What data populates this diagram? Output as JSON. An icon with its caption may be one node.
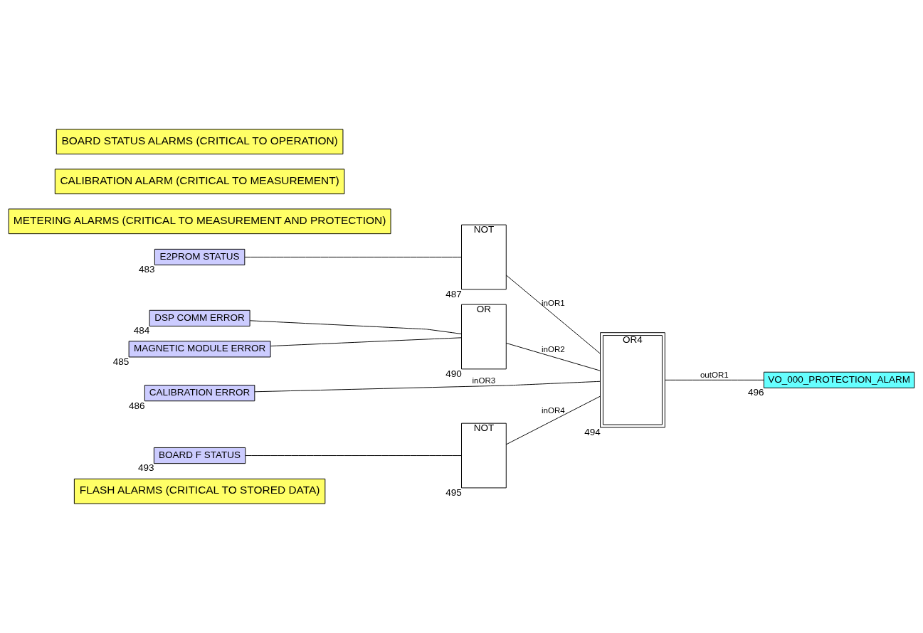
{
  "diagram": {
    "nodes": [
      {
        "text": [
          "FLASH ALARMS (CRITICAL TO STORED DATA)"
        ]
      },
      {
        "text": [
          "E2PROM STATUS"
        ],
        "beside": [
          "483"
        ]
      },
      {
        "text": [
          "NOT"
        ],
        "beside": [
          "487"
        ]
      },
      {
        "text": [
          "METERING ALARMS (CRITICAL TO MEASUREMENT AND PROTECTION)"
        ]
      },
      {
        "text": [
          "DSP COMM ERROR"
        ],
        "beside": [
          "484"
        ]
      },
      {
        "text": [
          "MAGNETIC MODULE ERROR"
        ],
        "beside": [
          "485"
        ]
      },
      {
        "text": [
          "OR"
        ],
        "beside": [
          "490"
        ]
      },
      {
        "text": [
          "OR4"
        ],
        "beside": [
          "494"
        ]
      },
      {
        "text": [
          "VO_000_PROTECTION_ALARM"
        ],
        "beside": [
          "496"
        ]
      },
      {
        "text": [
          "CALIBRATION ALARM (CRITICAL TO MEASUREMENT)"
        ]
      },
      {
        "text": [
          "CALIBRATION ERROR"
        ],
        "beside": [
          "486"
        ]
      },
      {
        "text": [
          "BOARD STATUS ALARMS (CRITICAL TO OPERATION)"
        ]
      },
      {
        "text": [
          "BOARD F STATUS"
        ],
        "beside": [
          "493"
        ]
      },
      {
        "text": [
          "NOT"
        ],
        "beside": [
          "495"
        ]
      }
    ],
    "edges": [
      {
        "from": 1,
        "to": 2,
        "arrow": "none"
      },
      {
        "from": 2,
        "to": 7,
        "arrow": "none",
        "label": "inOR1"
      },
      {
        "from": 4,
        "to": 6,
        "arrow": "none"
      },
      {
        "from": 5,
        "to": 6,
        "arrow": "none"
      },
      {
        "from": 6,
        "to": 7,
        "arrow": "none",
        "label": "inOR2"
      },
      {
        "from": 10,
        "to": 7,
        "arrow": "none",
        "label": "inOR3"
      },
      {
        "from": 13,
        "to": 7,
        "arrow": "none",
        "label": "inOR4"
      },
      {
        "from": 7,
        "to": 8,
        "arrow": "none",
        "label": "outOR1"
      },
      {
        "from": 12,
        "to": 13,
        "arrow": "none"
      }
    ]
  }
}
